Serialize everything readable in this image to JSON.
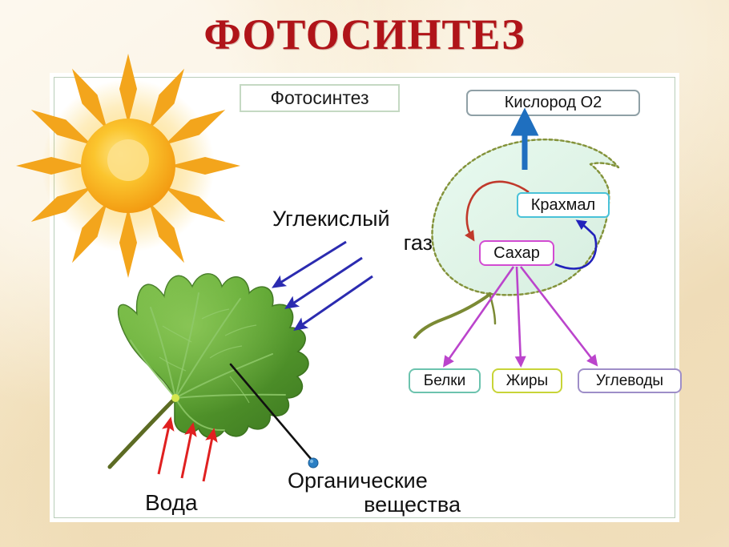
{
  "slide": {
    "title": "ФОТОСИНТЕЗ",
    "title_color": "#b01419",
    "background_color": "#f7e9cc",
    "panel_color": "#ffffff",
    "panel_border_color": "#b9cdb9"
  },
  "diagram": {
    "header_chip": {
      "label": "Фотосинтез",
      "border_color": "#c5d9c3"
    },
    "boxes": [
      {
        "key": "oxygen",
        "label": "Кислород О2",
        "border_color": "#8fa0a6"
      },
      {
        "key": "starch",
        "label": "Крахмал",
        "border_color": "#49c2d8"
      },
      {
        "key": "sugar",
        "label": "Сахар",
        "border_color": "#d24bd2"
      },
      {
        "key": "proteins",
        "label": "Белки",
        "border_color": "#6cc3ae"
      },
      {
        "key": "fats",
        "label": "Жиры",
        "border_color": "#c8d438"
      },
      {
        "key": "carbs",
        "label": "Углеводы",
        "border_color": "#9e8ec8"
      }
    ],
    "labels": {
      "co2_line1": "Углекислый",
      "co2_line2": "газ",
      "water": "Вода",
      "organics_line1": "Органические",
      "organics_line2": "вещества"
    },
    "arrows": {
      "oxygen_out_color": "#1f6fbf",
      "co2_in_color": "#2b2bb0",
      "water_in_color": "#e02020",
      "starch_to_sugar_color": "#c0392b",
      "sugar_to_starch_color": "#2222bb",
      "sugar_to_products_color": "#bb44cc",
      "pointer_line_color": "#111111",
      "pointer_dot_color": "#2b7fc4"
    },
    "icons": {
      "sun": "sun-icon",
      "real_leaf": "green-leaf-icon",
      "schematic_leaf": "schematic-leaf-icon"
    },
    "colors": {
      "sun_ray": "#f5a623",
      "sun_core": "#fbd34d",
      "leaf_green_dark": "#3f7a25",
      "leaf_green_mid": "#5aa02e",
      "leaf_green_light": "#7fbd49",
      "schematic_leaf_fill": "#e0f5ea",
      "schematic_leaf_stroke": "#7b8a34"
    }
  }
}
